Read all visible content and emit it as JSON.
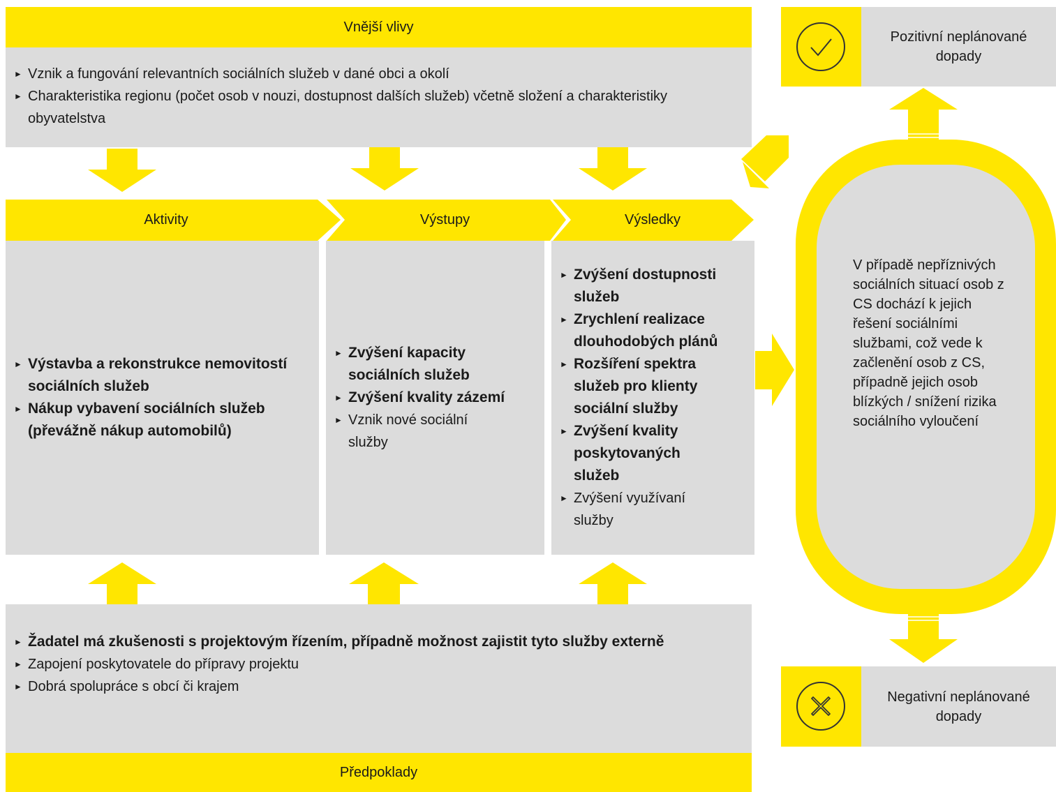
{
  "external": {
    "title": "Vnější vlivy",
    "items": [
      {
        "text": "Vznik a fungování relevantních sociálních služeb v dané obci a okolí"
      },
      {
        "text": "Charakteristika regionu (počet osob v nouzi, dostupnost dalších služeb) včetně složení a charakteristiky obyvatelstva"
      }
    ]
  },
  "activities": {
    "title": "Aktivity",
    "items": [
      {
        "text": "Výstavba a rekonstrukce nemovitostí sociálních služeb"
      },
      {
        "text": "Nákup vybavení sociálních služeb (převážně nákup automobilů)"
      }
    ]
  },
  "outputs": {
    "title": "Výstupy",
    "items": [
      {
        "text": "Zvýšení kapacity sociálních služeb"
      },
      {
        "text": "Zvýšení kvality zázemí"
      },
      {
        "text": "Vznik nové sociální služby"
      }
    ]
  },
  "results": {
    "title": "Výsledky",
    "items": [
      {
        "text": "Zvýšení dostupnosti služeb"
      },
      {
        "text": "Zrychlení realizace dlouhodobých plánů"
      },
      {
        "text": "Rozšíření spektra služeb pro klienty sociální služby"
      },
      {
        "text": "Zvýšení kvality poskytovaných služeb"
      },
      {
        "text": "Zvýšení využívaní služby"
      }
    ]
  },
  "impact": {
    "text": "V případě nepříznivých sociálních situací osob z CS dochází k jejich řešení sociálními službami, což vede k začlenění osob z CS, případně jejich osob blízkých / snížení rizika sociálního vyloučení"
  },
  "assumptions": {
    "title": "Předpoklady",
    "items": [
      {
        "text": "Žadatel má zkušenosti s projektovým řízením, případně možnost zajistit tyto služby externě"
      },
      {
        "text": "Zapojení poskytovatele do přípravy projektu"
      },
      {
        "text": "Dobrá spolupráce s obcí či krajem"
      }
    ]
  },
  "positive": {
    "label": "Pozitivní neplánované dopady",
    "icon": "check-icon"
  },
  "negative": {
    "label": "Negativní neplánované dopady",
    "icon": "cross-icon"
  },
  "colors": {
    "accent": "#ffe600",
    "panel": "#dcdcdc"
  }
}
